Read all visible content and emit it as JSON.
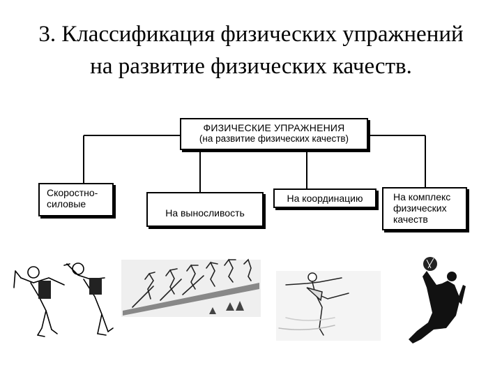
{
  "title": {
    "line1": "3. Классификация физических упражнений",
    "line2": "на развитие физических качеств."
  },
  "diagram": {
    "root": {
      "line1": "ФИЗИЧЕСКИЕ УПРАЖНЕНИЯ",
      "line2": "(на развитие физических качеств)"
    },
    "categories": [
      {
        "line1": "Скоростно-",
        "line2": "силовые"
      },
      {
        "line1": "На выносливость"
      },
      {
        "line1": "На координацию"
      },
      {
        "line1": "На комплекс",
        "line2": "физических",
        "line3": "качеств"
      }
    ]
  },
  "illustrations": [
    {
      "name": "thrower-figures"
    },
    {
      "name": "skier-sequence"
    },
    {
      "name": "figure-skater"
    },
    {
      "name": "basketball-player"
    }
  ]
}
